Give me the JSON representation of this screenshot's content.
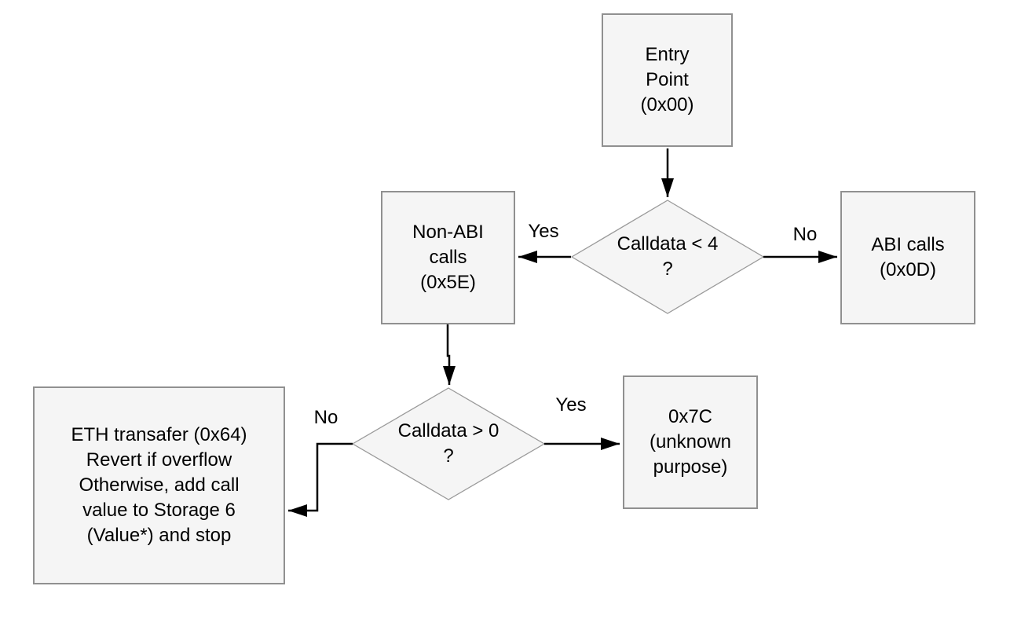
{
  "diagram": {
    "type": "flowchart",
    "colors": {
      "background": "#ffffff",
      "node_fill": "#f5f5f5",
      "node_border": "#909090",
      "diamond_border": "#9a9a9a",
      "arrow": "#000000",
      "text": "#000000"
    },
    "nodes": {
      "entry": {
        "type": "process",
        "label": "Entry\nPoint\n(0x00)"
      },
      "decision1": {
        "type": "decision",
        "label": "Calldata < 4\n?"
      },
      "non_abi": {
        "type": "process",
        "label": "Non-ABI\ncalls\n(0x5E)"
      },
      "abi": {
        "type": "process",
        "label": "ABI calls\n(0x0D)"
      },
      "decision2": {
        "type": "decision",
        "label": "Calldata > 0\n?"
      },
      "x7c": {
        "type": "process",
        "label": "0x7C\n(unknown\npurpose)"
      },
      "eth_transfer": {
        "type": "process",
        "label": "ETH transafer (0x64)\nRevert if overflow\nOtherwise, add call\nvalue to Storage 6\n(Value*) and stop"
      }
    },
    "edges": [
      {
        "from": "entry",
        "to": "decision1",
        "label": ""
      },
      {
        "from": "decision1",
        "to": "non_abi",
        "label": "Yes"
      },
      {
        "from": "decision1",
        "to": "abi",
        "label": "No"
      },
      {
        "from": "non_abi",
        "to": "decision2",
        "label": ""
      },
      {
        "from": "decision2",
        "to": "eth_transfer",
        "label": "No"
      },
      {
        "from": "decision2",
        "to": "x7c",
        "label": "Yes"
      }
    ]
  }
}
